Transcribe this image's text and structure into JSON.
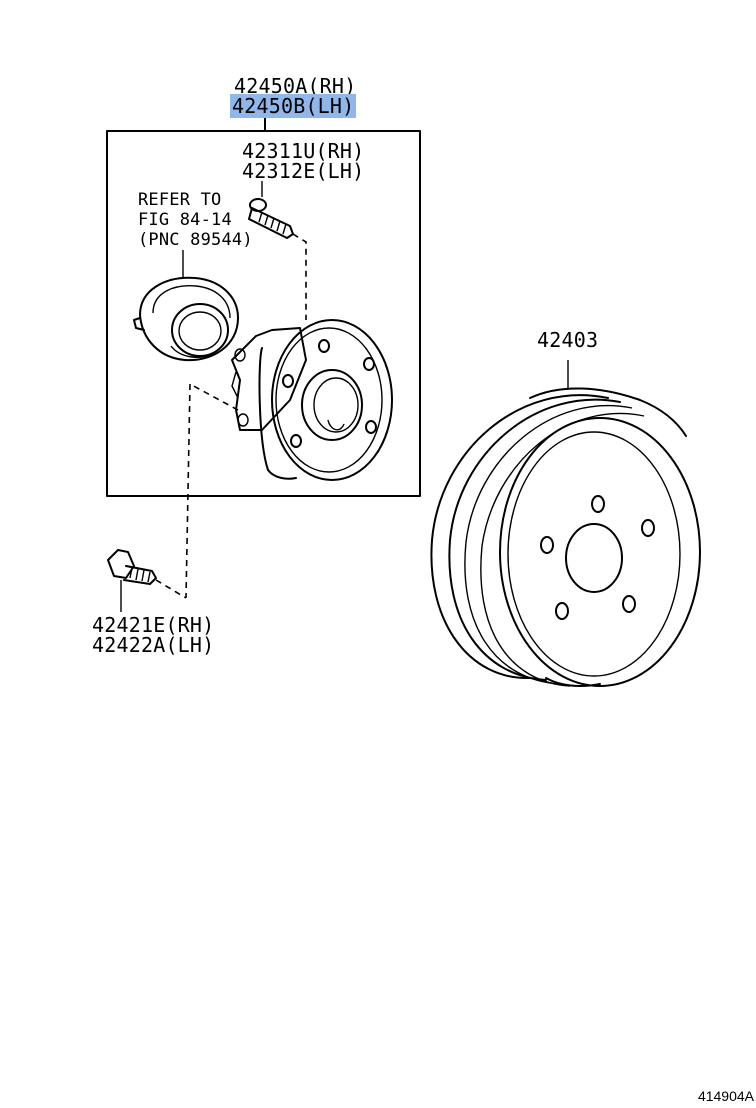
{
  "assembly": {
    "part_rh": "42450A(RH)",
    "part_lh": "42450B(LH)"
  },
  "hub_bolt": {
    "part_rh": "42311U(RH)",
    "part_lh": "42312E(LH)"
  },
  "reference_note": {
    "line1": "REFER TO",
    "line2": "FIG 84-14",
    "line3": "(PNC 89544)"
  },
  "mounting_bolt": {
    "part_rh": "42421E(RH)",
    "part_lh": "42422A(LH)"
  },
  "brake_drum": {
    "part": "42403"
  },
  "figure_id": "414904A",
  "colors": {
    "highlight": "#8fb7ea",
    "line": "#000000"
  }
}
